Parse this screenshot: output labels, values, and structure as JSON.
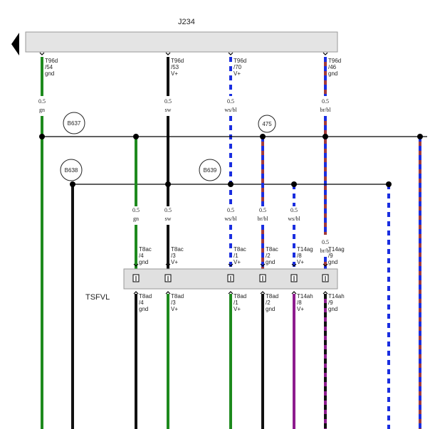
{
  "header": {
    "component": "J234"
  },
  "module": {
    "name": "TSFVL"
  },
  "colors": {
    "gn": "#1e8a1e",
    "sw": "#111111",
    "ws": "#ffffff",
    "bl": "#1a2ee0",
    "br": "#a23a3a",
    "vi": "#8e1c8e",
    "node": "#000000",
    "bar_fill": "#e0e0e0",
    "bar_stroke": "#999999"
  },
  "top_pins": [
    {
      "id": "p54",
      "l1": "T96d",
      "l2": "/54",
      "l3": "gnd"
    },
    {
      "id": "p53",
      "l1": "T96d",
      "l2": "/53",
      "l3": "V+"
    },
    {
      "id": "p70",
      "l1": "T96d",
      "l2": "/70",
      "l3": "V+"
    },
    {
      "id": "p46",
      "l1": "T96d",
      "l2": "/46",
      "l3": "gnd"
    }
  ],
  "upper_wire_labels": [
    {
      "id": "u1",
      "size": "0.5",
      "color": "gn"
    },
    {
      "id": "u2",
      "size": "0.5",
      "color": "sw"
    },
    {
      "id": "u3",
      "size": "0.5",
      "color": "ws/bl"
    },
    {
      "id": "u4",
      "size": "0.5",
      "color": "br/bl"
    }
  ],
  "splices": [
    {
      "id": "s1",
      "label": "B637"
    },
    {
      "id": "s2",
      "label": "B638"
    },
    {
      "id": "s3",
      "label": "B639"
    },
    {
      "id": "s4",
      "label": "475"
    }
  ],
  "mid_wire_labels": [
    {
      "id": "m1",
      "size": "0.5",
      "color": "gn"
    },
    {
      "id": "m2",
      "size": "0.5",
      "color": "sw"
    },
    {
      "id": "m3",
      "size": "0.5",
      "color": "ws/bl"
    },
    {
      "id": "m4",
      "size": "0.5",
      "color": "br/bl"
    },
    {
      "id": "m5",
      "size": "0.5",
      "color": "ws/bl"
    },
    {
      "id": "m6",
      "size": "0.5",
      "color": "br/bl"
    }
  ],
  "upper_connector_pins": [
    {
      "id": "c1",
      "l1": "T8ac",
      "l2": "/4",
      "l3": "gnd"
    },
    {
      "id": "c2",
      "l1": "T8ac",
      "l2": "/3",
      "l3": "V+"
    },
    {
      "id": "c3",
      "l1": "T8ac",
      "l2": "/1",
      "l3": "V+"
    },
    {
      "id": "c4",
      "l1": "T8ac",
      "l2": "/2",
      "l3": "gnd"
    },
    {
      "id": "c5",
      "l1": "T14ag",
      "l2": "/8",
      "l3": "V+"
    },
    {
      "id": "c6",
      "l1": "T14ag",
      "l2": "/9",
      "l3": "gnd"
    }
  ],
  "lower_connector_pins": [
    {
      "id": "d1",
      "l1": "T8ad",
      "l2": "/4",
      "l3": "gnd"
    },
    {
      "id": "d2",
      "l1": "T8ad",
      "l2": "/3",
      "l3": "V+"
    },
    {
      "id": "d3",
      "l1": "T8ad",
      "l2": "/1",
      "l3": "V+"
    },
    {
      "id": "d4",
      "l1": "T8ad",
      "l2": "/2",
      "l3": "gnd"
    },
    {
      "id": "d5",
      "l1": "T14ah",
      "l2": "/8",
      "l3": "V+"
    },
    {
      "id": "d6",
      "l1": "T14ah",
      "l2": "/9",
      "l3": "gnd"
    }
  ]
}
